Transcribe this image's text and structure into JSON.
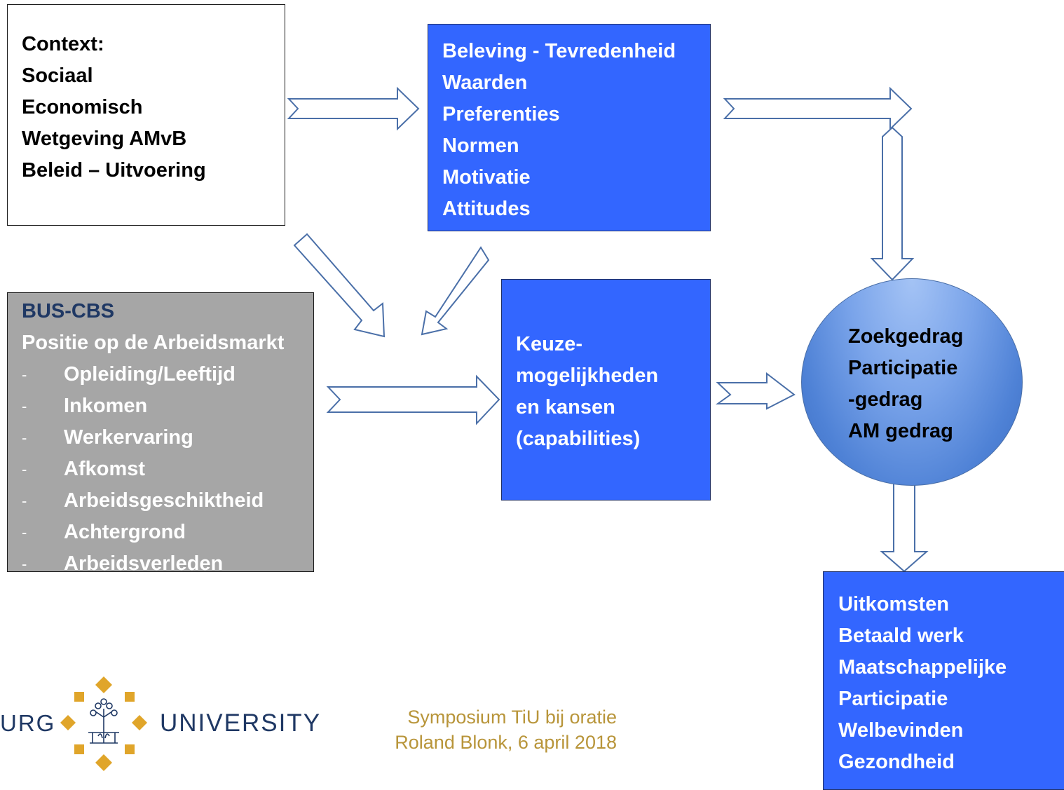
{
  "context": {
    "lines": [
      "Context:",
      "Sociaal",
      "Economisch",
      "Wetgeving AMvB",
      "Beleid – Uitvoering"
    ]
  },
  "beleving": {
    "lines": [
      "Beleving - Tevredenheid",
      "Waarden",
      "Preferenties",
      "Normen",
      "Motivatie",
      "Attitudes"
    ]
  },
  "bus": {
    "heading": "BUS-CBS",
    "subheading": "Positie op de Arbeidsmarkt",
    "items": [
      "Opleiding/Leeftijd",
      "Inkomen",
      "Werkervaring",
      "Afkomst",
      "Arbeidsgeschiktheid",
      "Achtergrond",
      "Arbeidsverleden"
    ],
    "dash": "-"
  },
  "keuze": {
    "lines": [
      "Keuze-",
      "mogelijkheden",
      "en kansen",
      "(capabilities)"
    ]
  },
  "zoek": {
    "lines": [
      "Zoekgedrag",
      "Participatie",
      "-gedrag",
      "AM gedrag"
    ]
  },
  "uitkomsten": {
    "lines": [
      "Uitkomsten",
      "Betaald werk",
      "Maatschappelijke",
      "Participatie",
      "Welbevinden",
      "Gezondheid"
    ]
  },
  "footer": {
    "line1": "Symposium TiU bij oratie",
    "line2": "Roland Blonk, 6 april 2018"
  },
  "logo": {
    "left_word": "URG",
    "right_word": "UNIVERSITY"
  },
  "colors": {
    "blue_box": "#3366ff",
    "grey_box": "#a6a6a6",
    "footer_text": "#b8953a",
    "logo_gold": "#e0a52a",
    "logo_navy": "#1f3864"
  }
}
